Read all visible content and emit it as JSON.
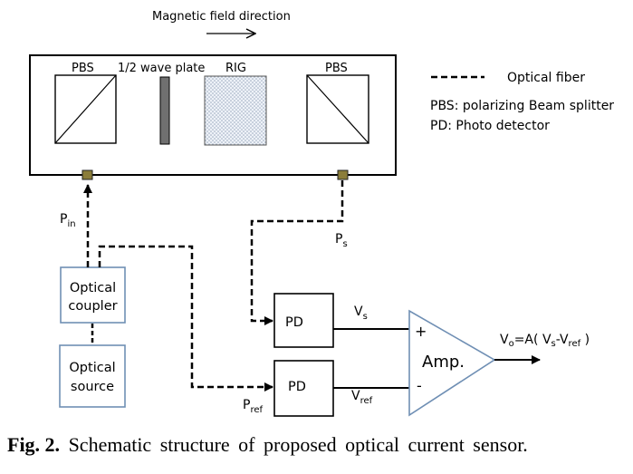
{
  "header": {
    "magnetic_field": "Magnetic field direction"
  },
  "components": {
    "pbs_left": "PBS",
    "half_wave": "1/2 wave plate",
    "rig": "RIG",
    "pbs_right": "PBS",
    "pd_top": "PD",
    "pd_bottom": "PD",
    "amp": "Amp.",
    "coupler_line1": "Optical",
    "coupler_line2": "coupler",
    "source_line1": "Optical",
    "source_line2": "source"
  },
  "legend": {
    "fiber": "Optical fiber",
    "pbs_def": "PBS: polarizing  Beam splitter",
    "pd_def": "PD: Photo detector"
  },
  "signals": {
    "pin_main": "P",
    "pin_sub": "in",
    "ps_main": "P",
    "ps_sub": "s",
    "pref_main": "P",
    "pref_sub": "ref",
    "vs_main": "V",
    "vs_sub": "s",
    "vref_main": "V",
    "vref_sub": "ref",
    "plus": "+",
    "minus": "-",
    "vo_main": "V",
    "vo_sub": "o",
    "vo_eq": "=A( ",
    "vo_v1": "V",
    "vo_s1": "s",
    "vo_dash": "-",
    "vo_v2": "V",
    "vo_s2": "ref",
    "vo_end": " )"
  },
  "caption": {
    "label": "Fig. 2.",
    "text": " Schematic structure of proposed optical current sensor."
  },
  "colors": {
    "connector": "#8B7D3A",
    "waveplate": "#707070",
    "rig_dots": "#a8b6c8"
  }
}
